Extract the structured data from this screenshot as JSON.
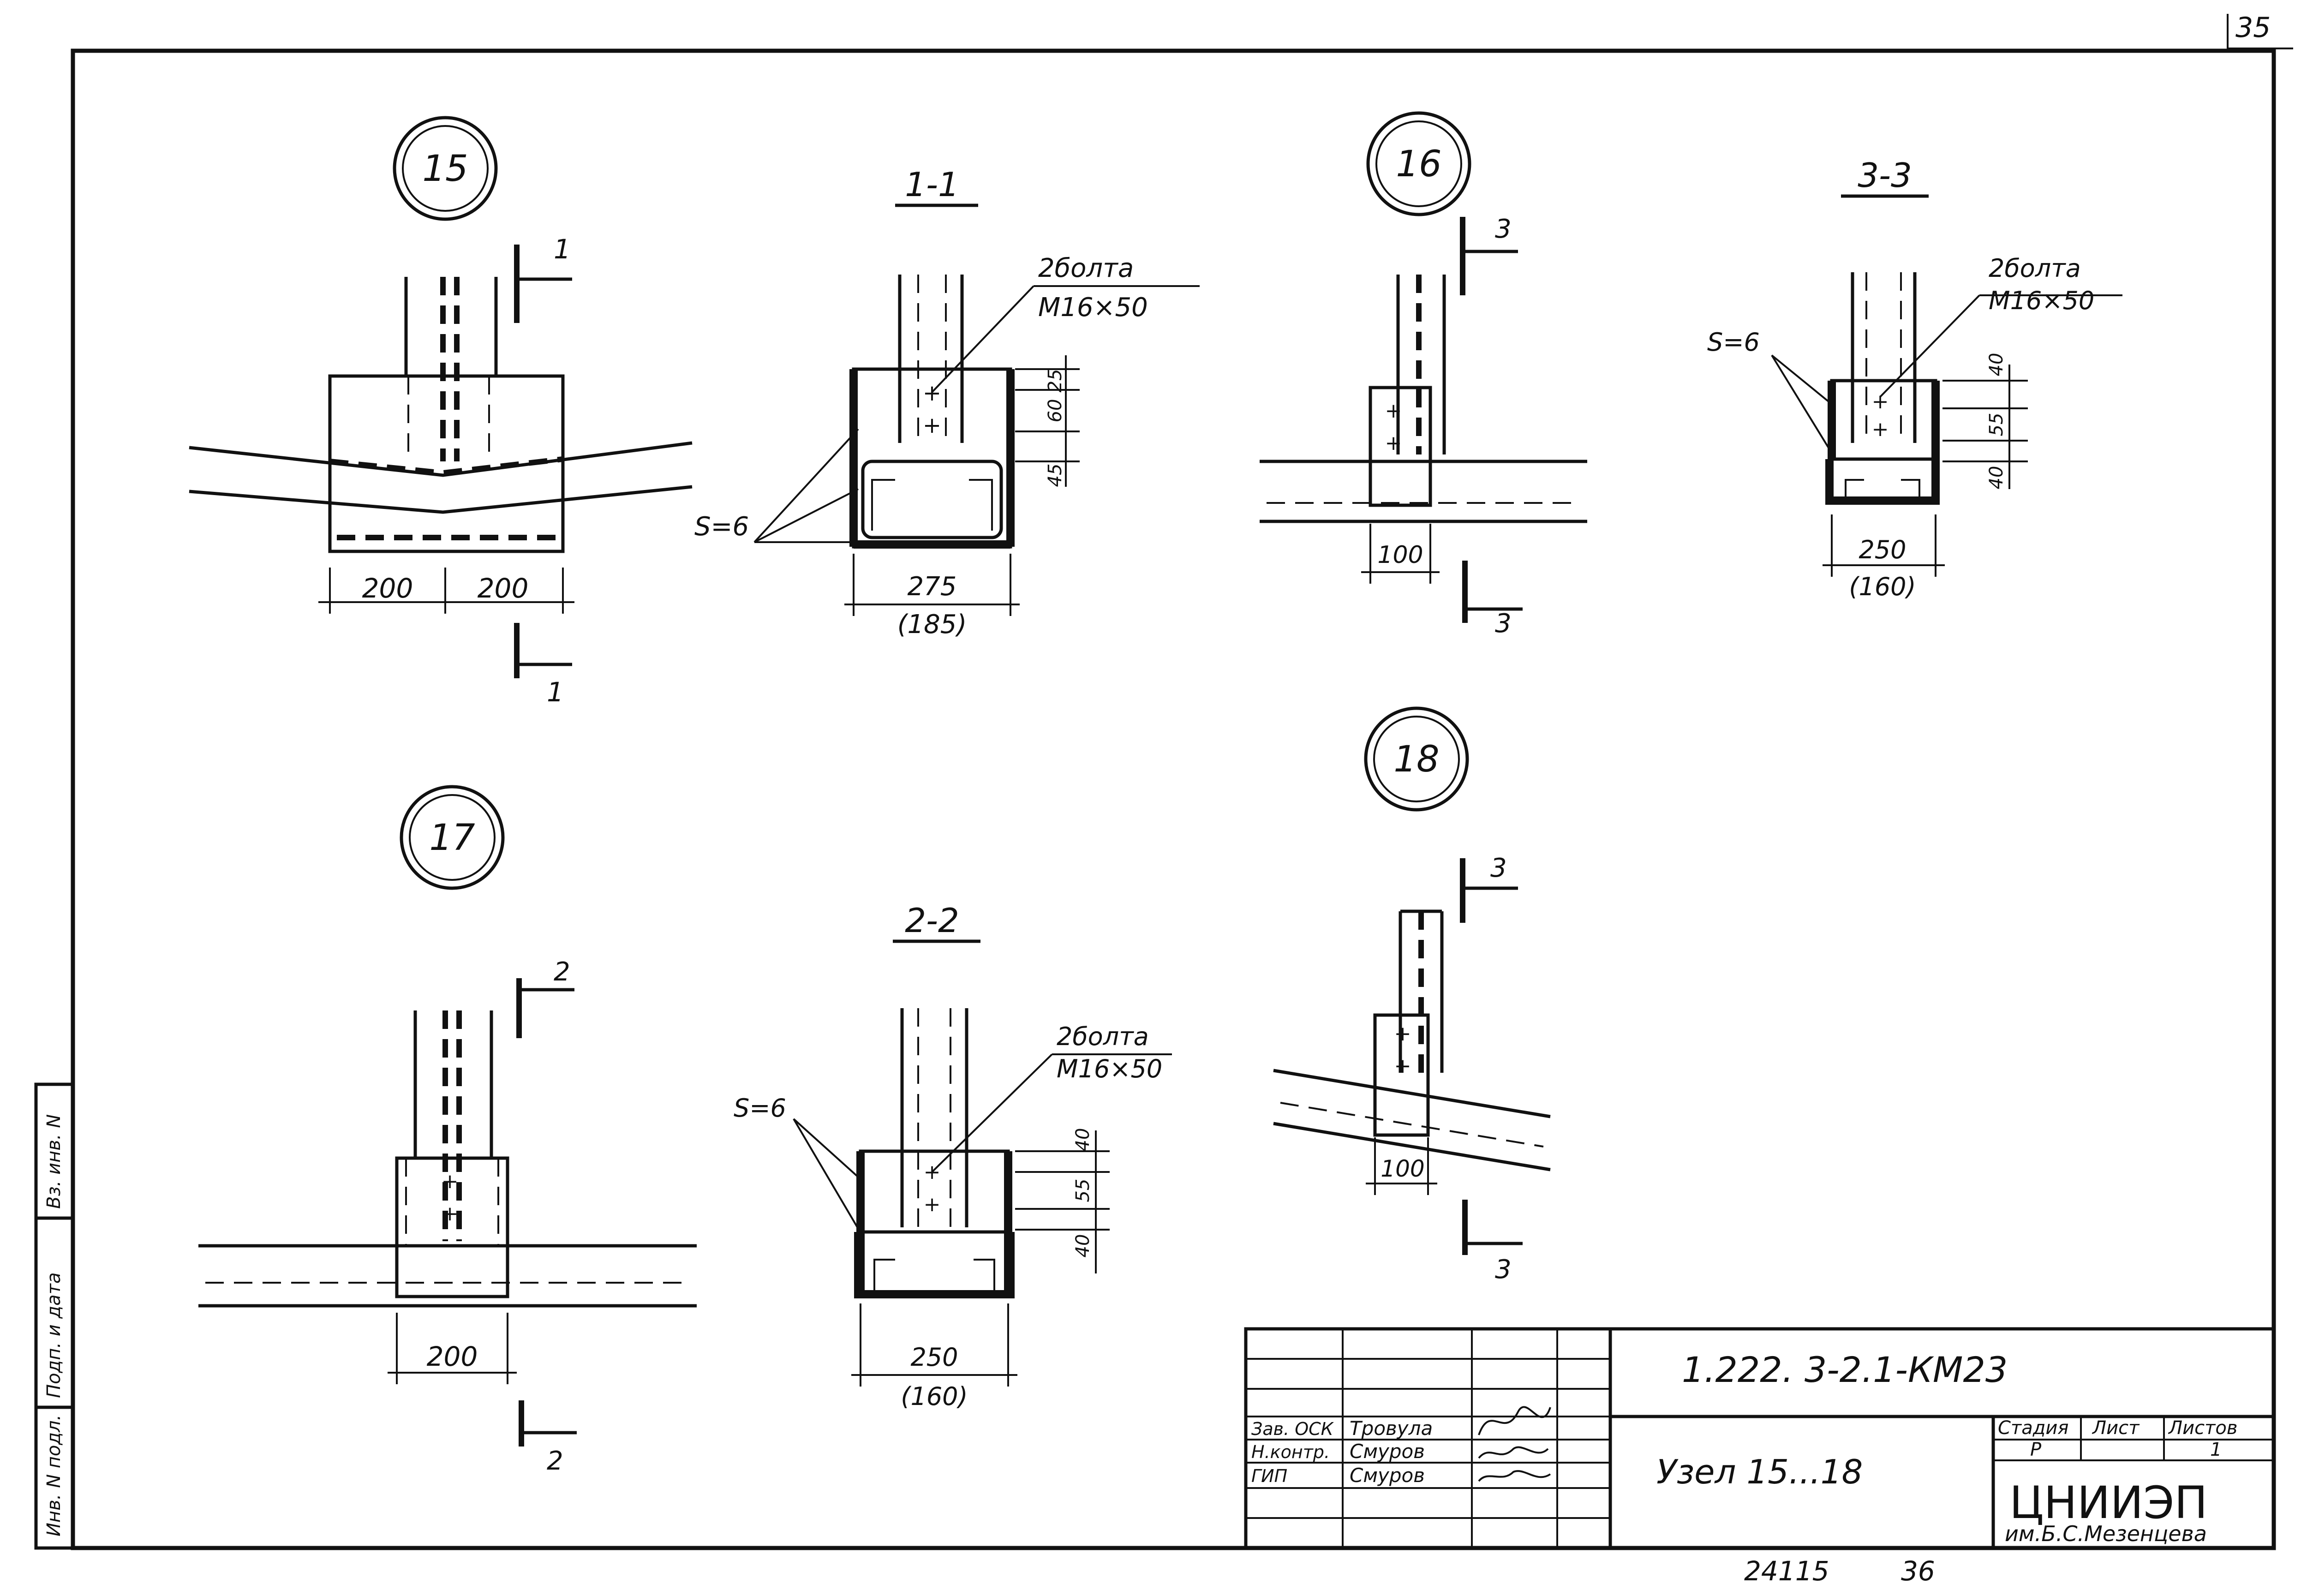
{
  "sheet": {
    "sheet_corner_number": "35",
    "footer_left": "24115",
    "footer_right": "36",
    "side_stamp": [
      "Инв. N подл.",
      "Подп. и дата",
      "Вз. инв. N"
    ]
  },
  "nodes": {
    "n15": "15",
    "n16": "16",
    "n17": "17",
    "n18": "18"
  },
  "sections": {
    "s11": "1-1",
    "s22": "2-2",
    "s33": "3-3",
    "m1": "1",
    "m2": "2",
    "m3": "3"
  },
  "labels": {
    "bolts": "2болта",
    "bolt_size": "М16×50",
    "weld": "S=6"
  },
  "dims": {
    "d200": "200",
    "d275": "275",
    "d185": "(185)",
    "d250": "250",
    "d160": "(160)",
    "d100": "100",
    "d25": "25",
    "d60": "60",
    "d45": "45",
    "d40": "40",
    "d55": "55"
  },
  "title_block": {
    "code": "1.222. 3-2.1-КМ23",
    "title": "Узел 15...18",
    "org": "ЦНИИЭП",
    "org_sub": "им.Б.С.Мезенцева",
    "col_stage": "Стадия",
    "col_sheet": "Лист",
    "col_sheets": "Листов",
    "stage": "Р",
    "sheets": "1",
    "roles": [
      {
        "role": "Зав. ОСК",
        "name": "Тровула"
      },
      {
        "role": "Н.контр.",
        "name": "Смуров"
      },
      {
        "role": "ГИП",
        "name": "Смуров"
      }
    ]
  }
}
